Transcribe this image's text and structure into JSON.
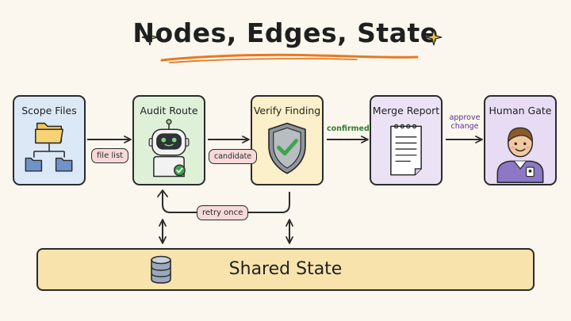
{
  "title": "Nodes, Edges, State",
  "nodes": [
    {
      "label": "Scope Files",
      "fill": "#dbe8f6",
      "icon": "folder-tree-icon"
    },
    {
      "label": "Audit Route",
      "fill": "#dff0d9",
      "icon": "robot-icon"
    },
    {
      "label": "Verify Finding",
      "fill": "#fbf0c9",
      "icon": "shield-check-icon"
    },
    {
      "label": "Merge Report",
      "fill": "#ebe3f5",
      "icon": "document-icon"
    },
    {
      "label": "Human Gate",
      "fill": "#e7dcf4",
      "icon": "person-icon"
    }
  ],
  "edges": {
    "file_list": "file list",
    "candidate": "candidate",
    "confirmed": "confirmed",
    "approve": "approve",
    "change": "change",
    "retry": "retry once"
  },
  "colors": {
    "background": "#fbf7ee",
    "title_underline": "#e9781f",
    "confirmed_text": "#2e7d32",
    "approve_text": "#5b2c91",
    "state_fill": "#f8e3ad"
  },
  "shared_state": {
    "label": "Shared State",
    "icon": "database-icon"
  }
}
